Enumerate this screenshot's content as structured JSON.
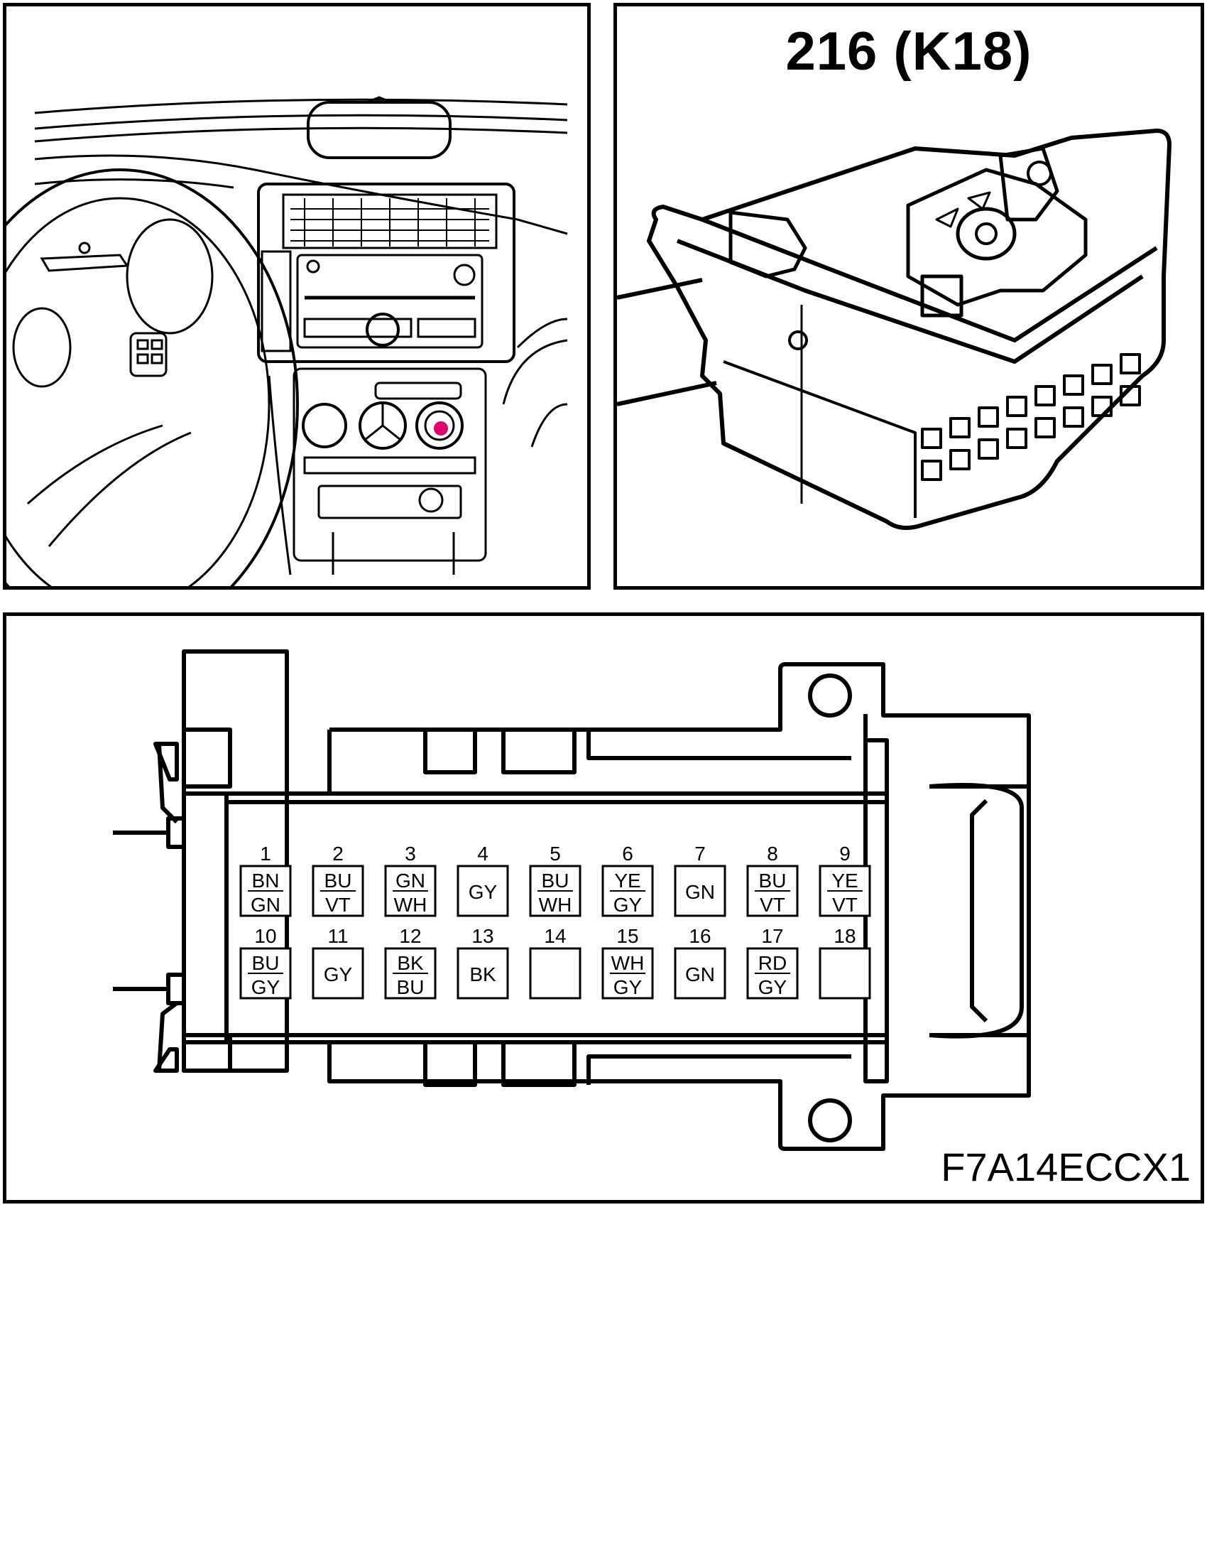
{
  "connector": {
    "title": "216 (K18)",
    "figure_code": "F7A14ECCX1"
  },
  "colors": {
    "location_marker": "#e0006c",
    "line": "#000000"
  },
  "pins": [
    {
      "num": "1",
      "colors": [
        "BN",
        "GN"
      ]
    },
    {
      "num": "2",
      "colors": [
        "BU",
        "VT"
      ]
    },
    {
      "num": "3",
      "colors": [
        "GN",
        "WH"
      ]
    },
    {
      "num": "4",
      "colors": [
        "GY"
      ]
    },
    {
      "num": "5",
      "colors": [
        "BU",
        "WH"
      ]
    },
    {
      "num": "6",
      "colors": [
        "YE",
        "GY"
      ]
    },
    {
      "num": "7",
      "colors": [
        "GN"
      ]
    },
    {
      "num": "8",
      "colors": [
        "BU",
        "VT"
      ]
    },
    {
      "num": "9",
      "colors": [
        "YE",
        "VT"
      ]
    },
    {
      "num": "10",
      "colors": [
        "BU",
        "GY"
      ]
    },
    {
      "num": "11",
      "colors": [
        "GY"
      ]
    },
    {
      "num": "12",
      "colors": [
        "BK",
        "BU"
      ]
    },
    {
      "num": "13",
      "colors": [
        "BK"
      ]
    },
    {
      "num": "14",
      "colors": []
    },
    {
      "num": "15",
      "colors": [
        "WH",
        "GY"
      ]
    },
    {
      "num": "16",
      "colors": [
        "GN"
      ]
    },
    {
      "num": "17",
      "colors": [
        "RD",
        "GY"
      ]
    },
    {
      "num": "18",
      "colors": []
    }
  ]
}
